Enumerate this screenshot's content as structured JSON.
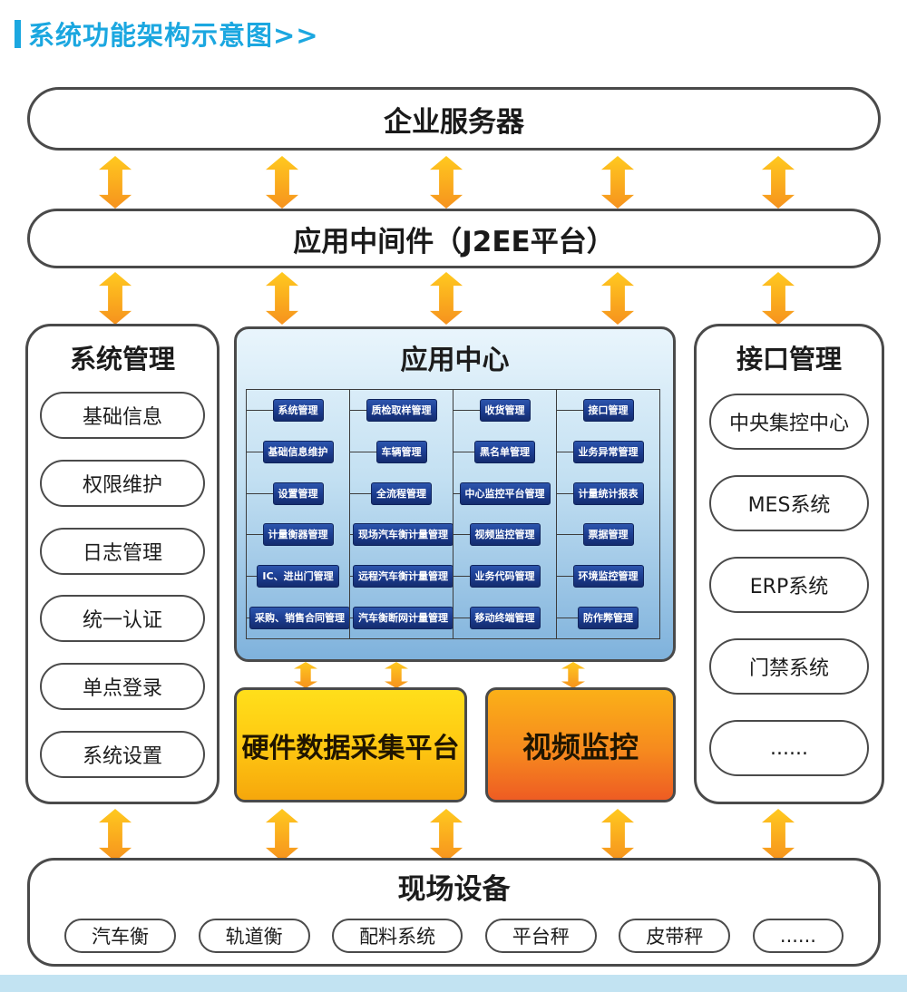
{
  "header": {
    "title": "系统功能架构示意图>>"
  },
  "top_layers": {
    "enterprise_server": "企业服务器",
    "middleware": "应用中间件（J2EE平台）"
  },
  "system_management": {
    "title": "系统管理",
    "items": [
      "基础信息",
      "权限维护",
      "日志管理",
      "统一认证",
      "单点登录",
      "系统设置"
    ]
  },
  "app_center": {
    "title": "应用中心",
    "columns": [
      [
        "系统管理",
        "基础信息维护",
        "设置管理",
        "计量衡器管理",
        "IC、进出门管理",
        "采购、销售合同管理"
      ],
      [
        "质检取样管理",
        "车辆管理",
        "全流程管理",
        "现场汽车衡计量管理",
        "远程汽车衡计量管理",
        "汽车衡断网计量管理"
      ],
      [
        "收货管理",
        "黑名单管理",
        "中心监控平台管理",
        "视频监控管理",
        "业务代码管理",
        "移动终端管理"
      ],
      [
        "接口管理",
        "业务异常管理",
        "计量统计报表",
        "票据管理",
        "环境监控管理",
        "防作弊管理"
      ]
    ]
  },
  "interface_management": {
    "title": "接口管理",
    "items": [
      "中央集控中心",
      "MES系统",
      "ERP系统",
      "门禁系统",
      "......"
    ]
  },
  "platforms": {
    "hardware_collection": "硬件数据采集平台",
    "video_monitoring": "视频监控"
  },
  "field_devices": {
    "title": "现场设备",
    "items": [
      "汽车衡",
      "轨道衡",
      "配料系统",
      "平台秤",
      "皮带秤",
      "......"
    ]
  },
  "colors": {
    "title-blue": "#1ba7e0",
    "arrow-top": "#ffc91f",
    "arrow-bottom": "#f6921e",
    "btn-blue": "#1d3f94",
    "panel-border": "#4a4a4a",
    "appcenter-top": "#e9f5fc",
    "appcenter-bottom": "#7fb2dc",
    "hardware-top": "#ffdf1b",
    "hardware-bottom": "#f6a70c",
    "video-top": "#fbb018",
    "video-bottom": "#ee5c23",
    "footer-strip": "#c2e3f2"
  }
}
